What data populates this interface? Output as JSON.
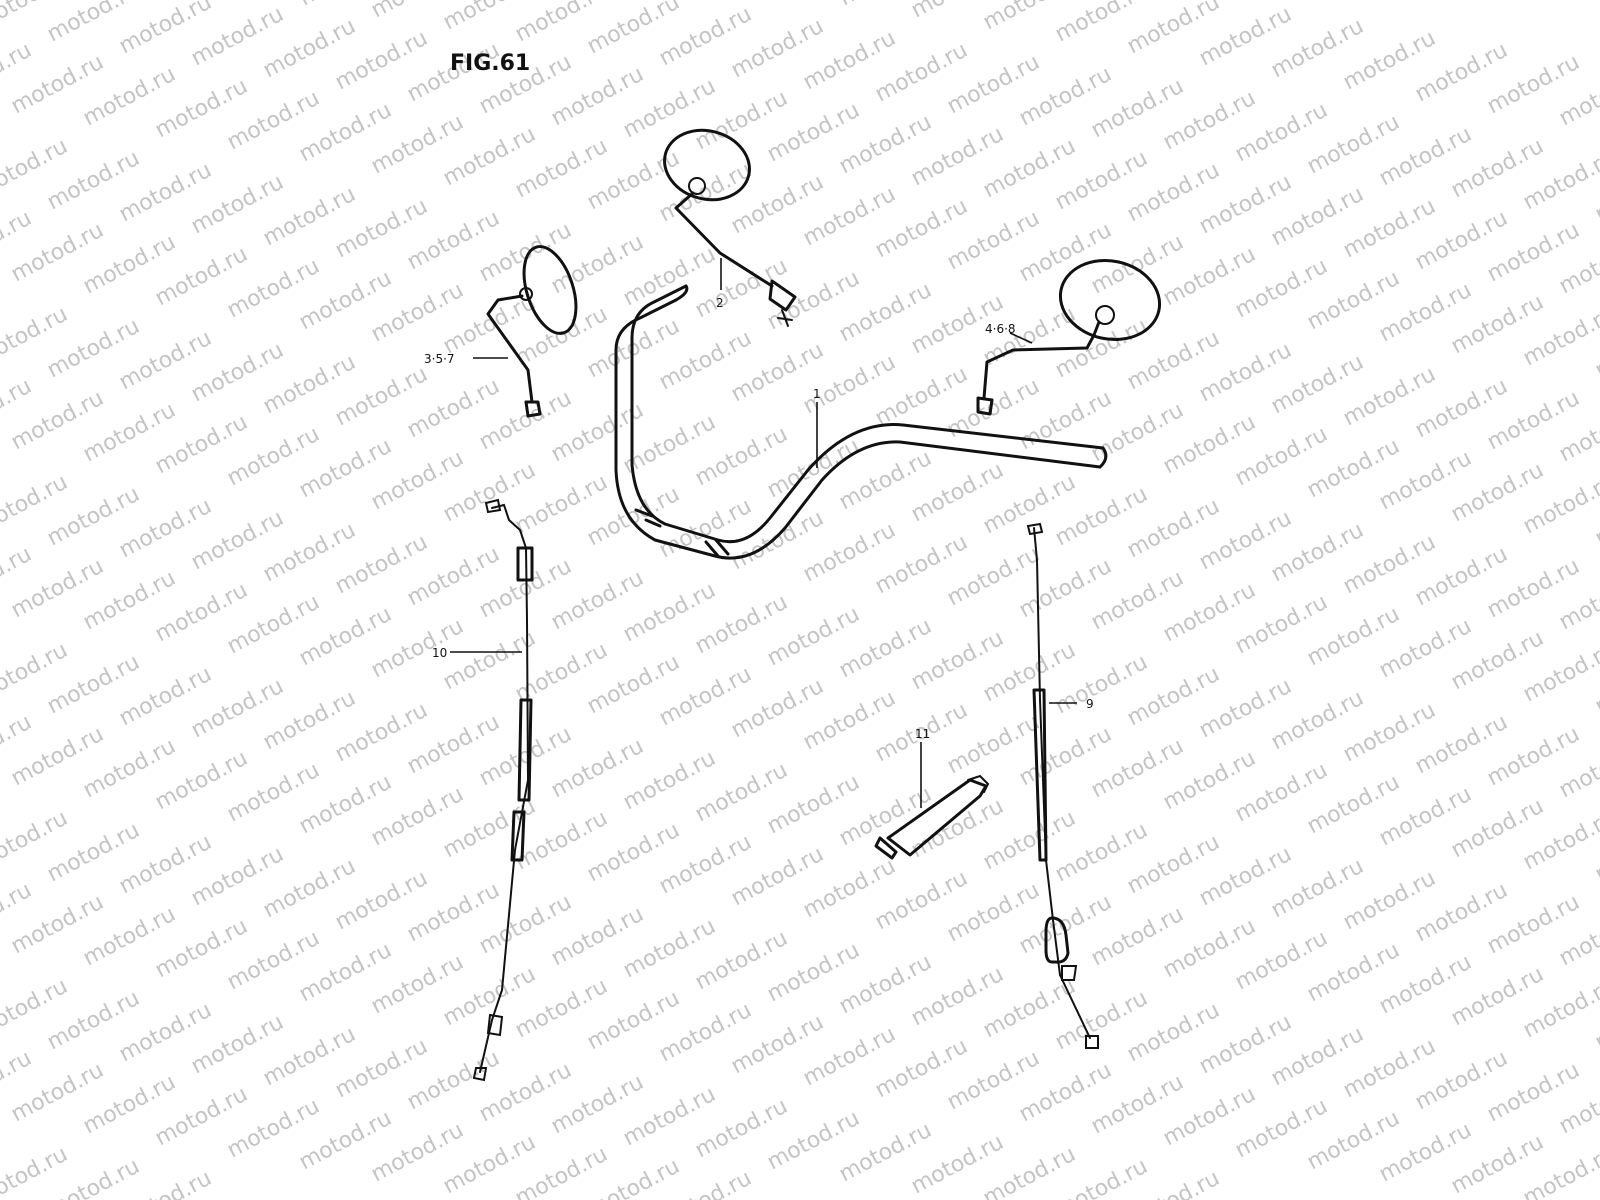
{
  "figure_label": "FIG.61",
  "watermark_text": "motod.ru",
  "callouts": {
    "p2": "2",
    "p357": "3·5·7",
    "p468": "4·6·8",
    "p1": "1",
    "p10": "10",
    "p9": "9",
    "p11": "11"
  }
}
